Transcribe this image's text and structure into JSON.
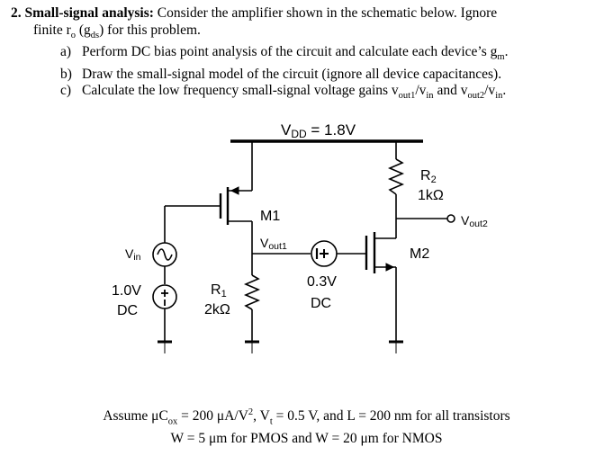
{
  "problem": {
    "number": "2.",
    "title": "Small-signal analysis:",
    "intro_line1": "Consider the amplifier shown in the schematic below. Ignore",
    "intro_line2_a": "finite r",
    "intro_line2_sub": "o",
    "intro_line2_b": " (g",
    "intro_line2_sub2": "ds",
    "intro_line2_c": ") for this problem.",
    "parts": [
      {
        "tag": "a)",
        "text": "Perform DC bias point analysis of the circuit and calculate each device’s g",
        "sub": "m",
        "tail": "."
      },
      {
        "tag": "b)",
        "text": "Draw the small-signal model of the circuit (ignore all device capacitances).",
        "sub": "",
        "tail": ""
      },
      {
        "tag": "c)",
        "text": "Calculate the low frequency small-signal voltage gains v",
        "sub": "out1",
        "tail": "/v",
        "sub2": "in",
        "mid": " and v",
        "sub3": "out2",
        "tail2": "/v",
        "sub4": "in",
        "end": "."
      }
    ]
  },
  "schematic": {
    "vdd_label": "V",
    "vdd_sub": "DD",
    "vdd_value": " = 1.8V",
    "m1_label": "M1",
    "m2_label": "M2",
    "vout1_label": "V",
    "vout1_sub": "out1",
    "vout2_label": "V",
    "vout2_sub": "out2",
    "vin_label": "V",
    "vin_sub": "in",
    "src_dc_value": "1.0V",
    "src_dc_unit": "DC",
    "r1_label": "R",
    "r1_sub": "1",
    "r1_value": "2kΩ",
    "r2_label": "R",
    "r2_sub": "2",
    "r2_value": "1kΩ",
    "shift_value": "0.3V",
    "shift_unit": "DC"
  },
  "assumptions": {
    "line1": "Assume μC",
    "line1_sub": "ox",
    "line1_b": " = 200 μA/V",
    "line1_sup": "2",
    "line1_c": ", V",
    "line1_sub2": "t",
    "line1_d": " = 0.5 V, and L = 200 nm for all transistors",
    "line2": "W = 5 μm for PMOS and W = 20 μm for NMOS"
  }
}
